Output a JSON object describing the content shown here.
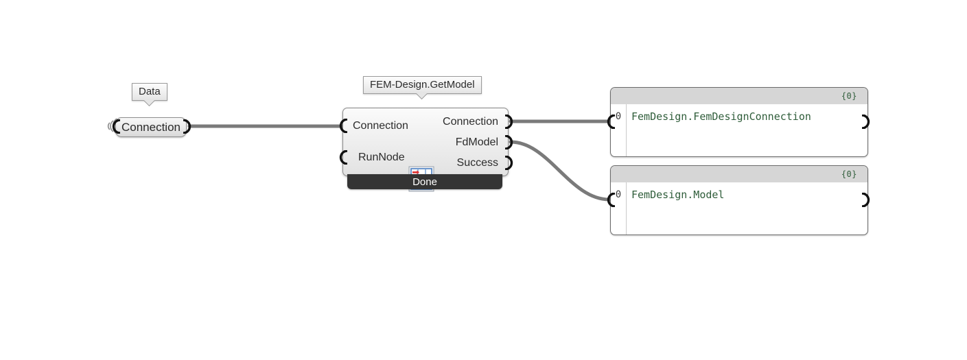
{
  "app": {
    "name": "Dynamo",
    "canvas_background": "#ffffff",
    "wire_color": "#7a7a7a"
  },
  "input_node": {
    "tooltip_label": "Data",
    "title": "Connection",
    "signal_icon": "signal-arcs-icon",
    "output_port_name": "output"
  },
  "function_node": {
    "tooltip_label": "FEM-Design.GetModel",
    "icon_name": "fem-design-getmodel-icon",
    "inputs": [
      {
        "label": "Connection"
      },
      {
        "label": "RunNode"
      }
    ],
    "outputs": [
      {
        "label": "Connection"
      },
      {
        "label": "FdModel"
      },
      {
        "label": "Success"
      }
    ],
    "status": "Done",
    "status_color": "#343434"
  },
  "watch_nodes": [
    {
      "count_label": "{0}",
      "rows": [
        {
          "index": "0",
          "value": "FemDesign.FemDesignConnection"
        }
      ]
    },
    {
      "count_label": "{0}",
      "rows": [
        {
          "index": "0",
          "value": "FemDesign.Model"
        }
      ]
    }
  ]
}
